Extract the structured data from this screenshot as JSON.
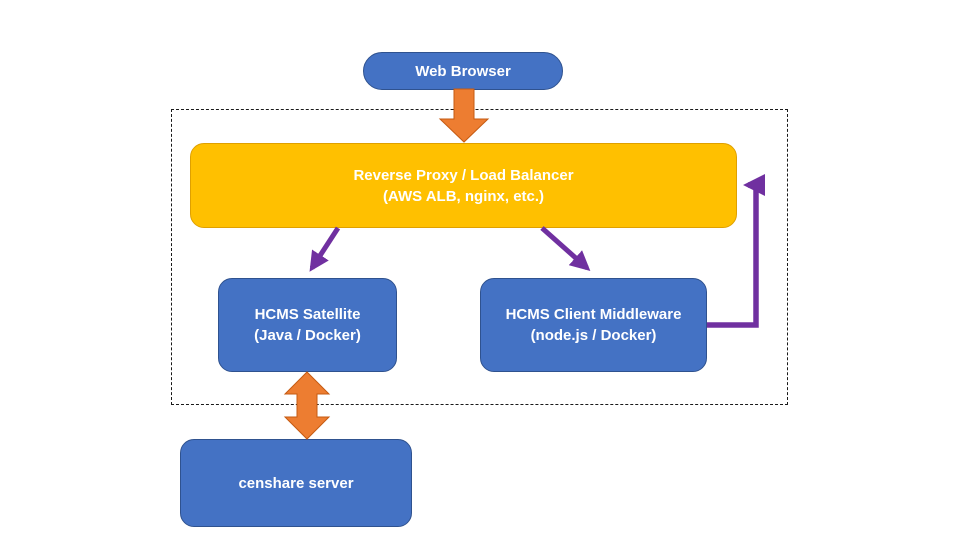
{
  "diagram": {
    "type": "architecture-diagram",
    "colors": {
      "node_blue": "#4472C4",
      "node_blue_border": "#2F528F",
      "node_yellow": "#FFC000",
      "node_yellow_border": "#DFA000",
      "arrow_orange": "#ED7D31",
      "arrow_orange_border": "#C55A11",
      "arrow_purple": "#7030A0",
      "dashed_border": "#1A1A1A",
      "text": "#FFFFFF"
    },
    "nodes": {
      "web_browser": {
        "label": "Web Browser"
      },
      "reverse_proxy": {
        "line1": "Reverse Proxy / Load Balancer",
        "line2": "(AWS ALB, nginx, etc.)"
      },
      "hcms_satellite": {
        "line1": "HCMS Satellite",
        "line2": "(Java / Docker)"
      },
      "hcms_client_middleware": {
        "line1": "HCMS Client Middleware",
        "line2": "(node.js / Docker)"
      },
      "censhare_server": {
        "label": "censhare server"
      }
    },
    "connections": [
      {
        "from": "web_browser",
        "to": "reverse_proxy",
        "style": "block-arrow",
        "color": "#ED7D31",
        "direction": "down"
      },
      {
        "from": "reverse_proxy",
        "to": "hcms_satellite",
        "style": "line-arrow",
        "color": "#7030A0",
        "direction": "down-left"
      },
      {
        "from": "reverse_proxy",
        "to": "hcms_client_middleware",
        "style": "line-arrow",
        "color": "#7030A0",
        "direction": "down-right"
      },
      {
        "from": "hcms_client_middleware",
        "to": "reverse_proxy",
        "style": "elbow-arrow",
        "color": "#7030A0",
        "direction": "right-then-up"
      },
      {
        "from": "hcms_satellite",
        "to": "censhare_server",
        "style": "block-arrow-bidirectional",
        "color": "#ED7D31",
        "direction": "vertical"
      }
    ]
  }
}
